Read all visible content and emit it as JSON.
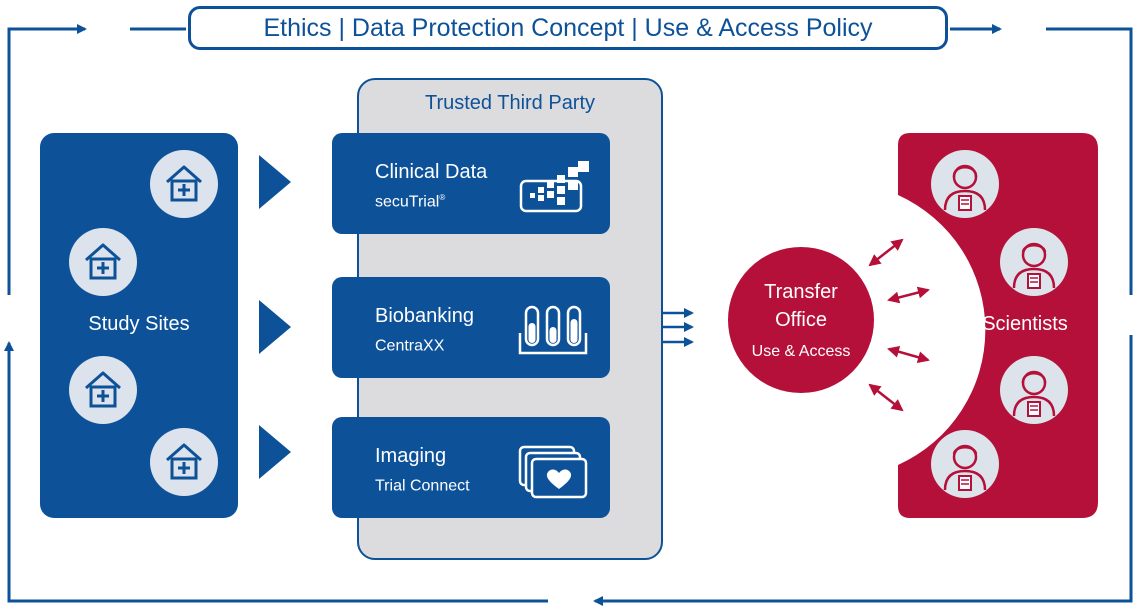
{
  "policy": {
    "label": "Ethics | Data Protection Concept | Use & Access Policy"
  },
  "trusted_third_party": {
    "title": "Trusted Third Party"
  },
  "study_sites": {
    "label": "Study Sites",
    "icon": "hospital-icon",
    "count": 4
  },
  "systems": [
    {
      "name": "Clinical Data",
      "sub": "secuTrial",
      "sub_mark": "®",
      "icon": "data-blocks-icon"
    },
    {
      "name": "Biobanking",
      "sub": "CentraXX",
      "sub_mark": "",
      "icon": "test-tubes-icon"
    },
    {
      "name": "Imaging",
      "sub": "Trial Connect",
      "sub_mark": "",
      "icon": "heart-images-icon"
    }
  ],
  "transfer_office": {
    "line1": "Transfer",
    "line2": "Office",
    "line3": "Use & Access"
  },
  "scientists": {
    "label": "Scientists",
    "icon": "scientist-icon",
    "count": 4
  },
  "colors": {
    "blue": "#0d5299",
    "red": "#b5103a",
    "grey_panel": "#dcdcdf",
    "icon_bg": "#dce3ec"
  }
}
